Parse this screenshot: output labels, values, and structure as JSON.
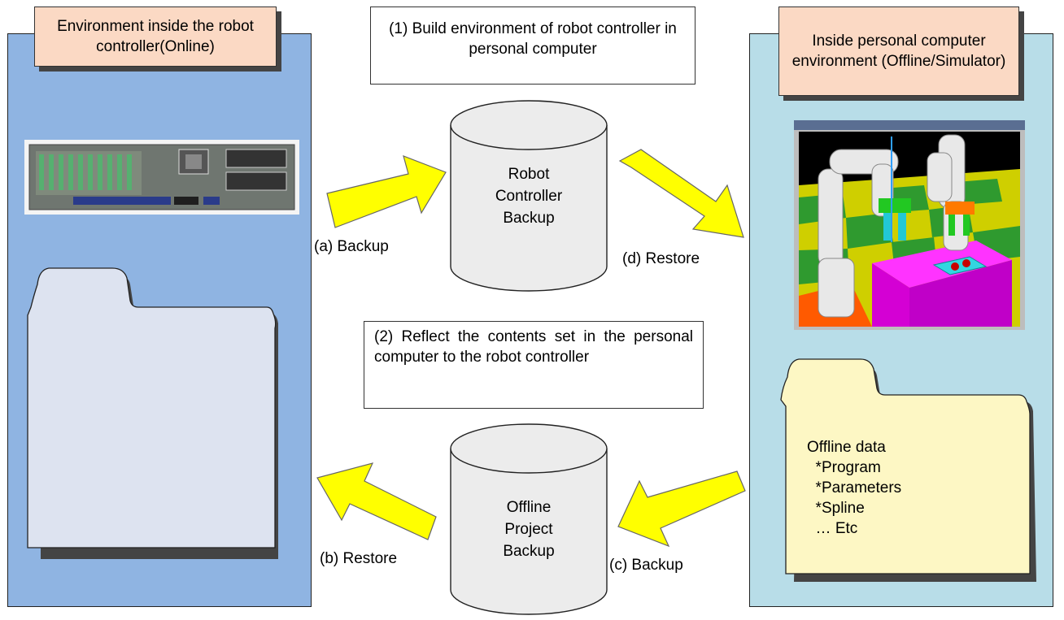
{
  "online_panel": {
    "title": "Environment inside the robot controller(Online)"
  },
  "offline_panel": {
    "title": "Inside personal computer environment (Offline/Simulator)",
    "folder_lines": [
      "Offline data",
      "  *Program",
      "  *Parameters",
      "  *Spline",
      "  … Etc"
    ]
  },
  "note_top": "(1) Build environment of robot controller in personal computer",
  "note_mid": "(2) Reflect the contents set in the personal computer to the robot controller",
  "drum_top": "Robot\nController\nBackup",
  "drum_bottom": "Offline\nProject\nBackup",
  "arrows": {
    "a": "(a)  Backup",
    "b": "(b) Restore",
    "c": "(c) Backup",
    "d": "(d) Restore"
  },
  "colors": {
    "online_panel": "#8fb4e2",
    "offline_panel": "#b8dde8",
    "label_fill": "#fbd9c4",
    "arrow_fill": "#ffff00",
    "drum_fill": "#ececec",
    "online_folder": "#dde3f0",
    "offline_folder": "#fdf7c4"
  }
}
